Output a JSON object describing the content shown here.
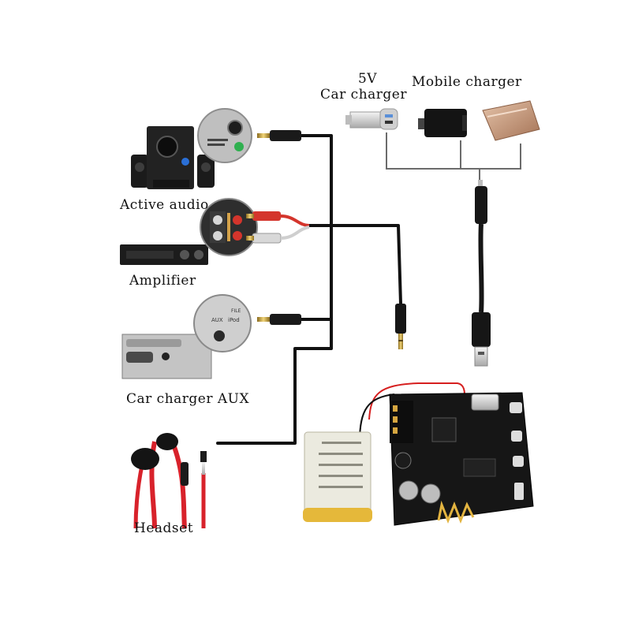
{
  "labels": {
    "active_audio": "Active audio",
    "amplifier": "Amplifier",
    "car_charger_aux": "Car charger AUX",
    "headset": "Headset",
    "five_v": "5V",
    "car_charger": "Car charger",
    "mobile_charger": "Mobile charger"
  },
  "aux_panel_text": {
    "aux": "AUX",
    "ipod": "iPod",
    "file": "FILE"
  },
  "colors": {
    "cable": "#111111",
    "rca_red": "#d4352c",
    "rca_white": "#d8d8d8",
    "gold_plug": "#c9a640",
    "headset_red": "#d8222b",
    "board": "#161616",
    "battery": "#e8e6d8",
    "battery_gold": "#e5b83a",
    "charger_copper": "#c89a7c"
  }
}
